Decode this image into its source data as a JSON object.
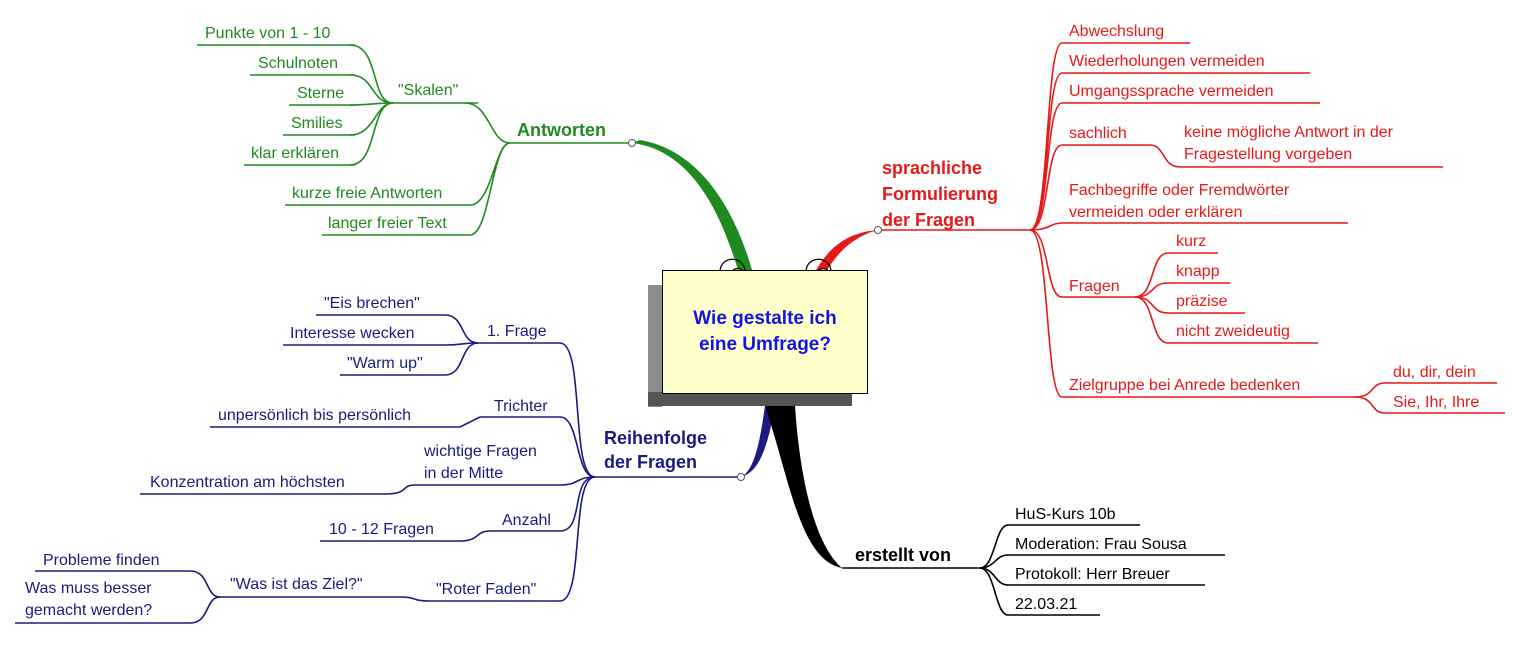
{
  "center": {
    "title": "Wie gestalte ich\n eine Umfrage?"
  },
  "colors": {
    "green": "#1f8a1f",
    "red": "#e61919",
    "navy": "#1a1a80",
    "black": "#000000",
    "center_text": "#1414e6",
    "center_fill": "#ffffcc"
  },
  "antworten": {
    "title": "Antworten",
    "skalen": "\"Skalen\"",
    "scales": [
      "Punkte von 1 -  10",
      "Schulnoten",
      "Sterne",
      "Smilies",
      "klar erklären"
    ],
    "kurz": "kurze freie Antworten",
    "lang": "langer freier Text"
  },
  "sprachlich": {
    "title": "sprachliche\nFormulierung\nder Fragen",
    "abwechslung": "Abwechslung",
    "wiederholung": "Wiederholungen vermeiden",
    "umgang": "Umgangssprache vermeiden",
    "sachlich": "sachlich",
    "sachlich_sub": "keine mögliche Antwort in der\nFragestellung vorgeben",
    "fachbegriffe": "Fachbegriffe oder Fremdwörter\nvermeiden oder erklären",
    "fragen": "Fragen",
    "fragen_items": [
      "kurz",
      "knapp",
      "präzise",
      "nicht zweideutig"
    ],
    "zielgruppe": "Zielgruppe bei Anrede bedenken",
    "anrede": [
      "du, dir, dein",
      "Sie, Ihr, Ihre"
    ]
  },
  "reihenfolge": {
    "title": "Reihenfolge\nder Fragen",
    "erste": "1. Frage",
    "erste_items": [
      "\"Eis brechen\"",
      "Interesse wecken",
      "\"Warm up\""
    ],
    "trichter": "Trichter",
    "trichter_sub": "unpersönlich bis persönlich",
    "wichtig": "wichtige Fragen\nin der Mitte",
    "konzentration": "Konzentration am höchsten",
    "anzahl": "Anzahl",
    "anzahl_sub": "10 - 12 Fragen",
    "roter": "\"Roter Faden\"",
    "ziel": "\"Was ist das Ziel?\"",
    "ziel_items": [
      "Probleme finden",
      "Was muss besser\ngemacht werden?"
    ]
  },
  "erstellt": {
    "title": "erstellt  von",
    "items": [
      "HuS-Kurs 10b",
      "Moderation: Frau Sousa",
      "Protokoll: Herr Breuer",
      "22.03.21"
    ]
  }
}
